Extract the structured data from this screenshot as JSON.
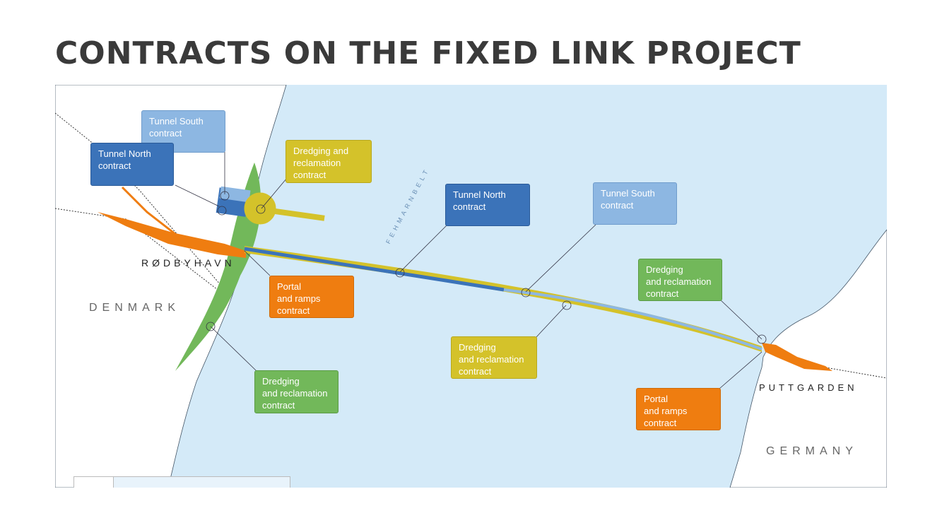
{
  "title": "CONTRACTS ON THE FIXED LINK PROJECT",
  "labels": {
    "denmark": "DENMARK",
    "germany": "GERMANY",
    "rodbyhavn": "RØDBYHAVN",
    "puttgarden": "PUTTGARDEN",
    "fehmarnbelt": "FEHMARNBELT"
  },
  "boxes": {
    "tunnel_south_dk": "Tunnel South\ncontract",
    "tunnel_north_dk": "Tunnel North\ncontract",
    "dredging_dk_top": "Dredging and\nreclamation\ncontract",
    "tunnel_north_mid": "Tunnel North\ncontract",
    "tunnel_south_mid": "Tunnel South\ncontract",
    "portal_dk": "Portal\nand ramps\ncontract",
    "dredging_mid": "Dredging\nand reclamation\ncontract",
    "dredging_dk_bottom": "Dredging\nand reclamation\ncontract",
    "dredging_de": "Dredging\nand reclamation\ncontract",
    "portal_de": "Portal\nand ramps\ncontract"
  },
  "colors": {
    "sea": "#d4eaf8",
    "tunnel_north": "#3b73b9",
    "tunnel_south": "#8db7e2",
    "dredging_yellow": "#d4c22a",
    "dredging_green": "#72b85a",
    "portal": "#ef7d10"
  }
}
